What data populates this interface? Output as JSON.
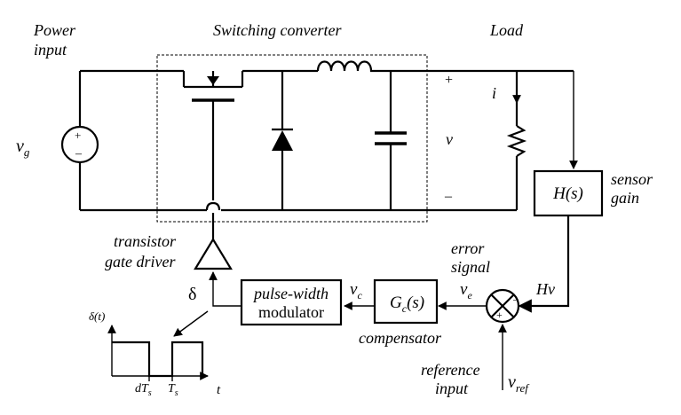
{
  "labels": {
    "power_input_1": "Power",
    "power_input_2": "input",
    "switching_converter": "Switching converter",
    "load": "Load",
    "vg_main": "v",
    "vg_sub": "g",
    "plus": "+",
    "minus": "–",
    "current": "i",
    "voltage": "v",
    "sensor_tf": "H(s)",
    "sensor_1": "sensor",
    "sensor_2": "gain",
    "driver_1": "transistor",
    "driver_2": "gate driver",
    "delta": "δ",
    "pwm_1": "pulse-width",
    "pwm_2": "modulator",
    "vc_main": "v",
    "vc_sub": "c",
    "comp_main": "G",
    "comp_sub": "c",
    "comp_rest": "(s)",
    "compensator": "compensator",
    "ve_main": "v",
    "ve_sub": "e",
    "error_1": "error",
    "error_2": "signal",
    "hv": "Hv",
    "reference_1": "reference",
    "reference_2": "input",
    "vref_main": "v",
    "vref_sub": "ref"
  },
  "waveform": {
    "ylabel": "δ(t)",
    "tick1_main": "dT",
    "tick1_sub": "s",
    "tick2_main": "T",
    "tick2_sub": "s",
    "xlabel": "t"
  }
}
